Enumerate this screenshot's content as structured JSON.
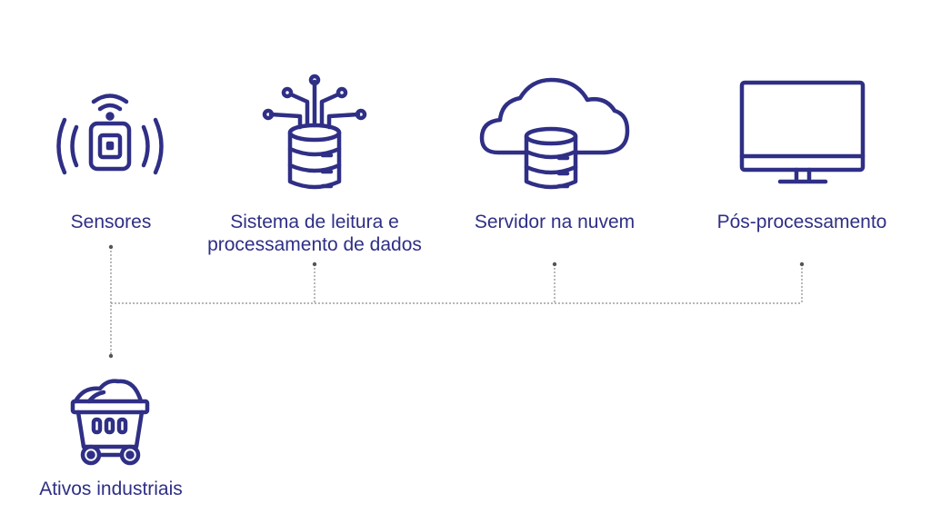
{
  "nodes": {
    "sensors": {
      "label": "Sensores",
      "icon": "wireless-sensor-icon"
    },
    "reading_system": {
      "label_line1": "Sistema de leitura e",
      "label_line2": "processamento de dados",
      "icon": "database-network-icon"
    },
    "cloud_server": {
      "label": "Servidor na nuvem",
      "icon": "cloud-database-icon"
    },
    "post_processing": {
      "label": "Pós-processamento",
      "icon": "monitor-icon"
    },
    "industrial_assets": {
      "label": "Ativos industriais",
      "icon": "mine-cart-icon"
    }
  },
  "colors": {
    "icon": "#2f2f86",
    "text": "#2f2f86",
    "connector": "#8a8a8a"
  }
}
